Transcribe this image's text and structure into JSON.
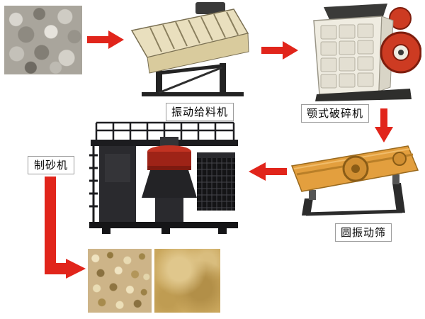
{
  "diagram": {
    "type": "process-flow",
    "description": "sand making production line flow diagram",
    "stages": [
      {
        "id": "raw-stone",
        "kind": "photo",
        "label": ""
      },
      {
        "id": "vibrating-feeder",
        "kind": "machine",
        "label": "振动给料机"
      },
      {
        "id": "jaw-crusher",
        "kind": "machine",
        "label": "颚式破碎机"
      },
      {
        "id": "circular-vibrating-screen",
        "kind": "machine",
        "label": "圆振动筛"
      },
      {
        "id": "sand-making-machine",
        "kind": "machine",
        "label": "制砂机"
      },
      {
        "id": "finished-sand",
        "kind": "photo",
        "label": ""
      }
    ],
    "arrows": [
      {
        "id": "arrow-1",
        "from": "raw-stone",
        "to": "vibrating-feeder",
        "direction": "right"
      },
      {
        "id": "arrow-2",
        "from": "vibrating-feeder",
        "to": "jaw-crusher",
        "direction": "right"
      },
      {
        "id": "arrow-3",
        "from": "jaw-crusher",
        "to": "circular-vibrating-screen",
        "direction": "down"
      },
      {
        "id": "arrow-4",
        "from": "circular-vibrating-screen",
        "to": "sand-making-machine",
        "direction": "left"
      },
      {
        "id": "arrow-5",
        "from": "sand-making-machine",
        "to": "finished-sand",
        "direction": "down-then-right"
      }
    ],
    "colors": {
      "background": "#ffffff",
      "arrow_red": "#e1251b",
      "label_text": "#000000",
      "label_border": "#9c9c9c",
      "feeder_body": "#e9dfbe",
      "crusher_body": "#efece1",
      "crusher_flywheel": "#cd3b22",
      "screen_body": "#e39f3e",
      "sand_machine_body": "#2a2a2e",
      "sand_machine_rotor": "#c23222"
    }
  }
}
